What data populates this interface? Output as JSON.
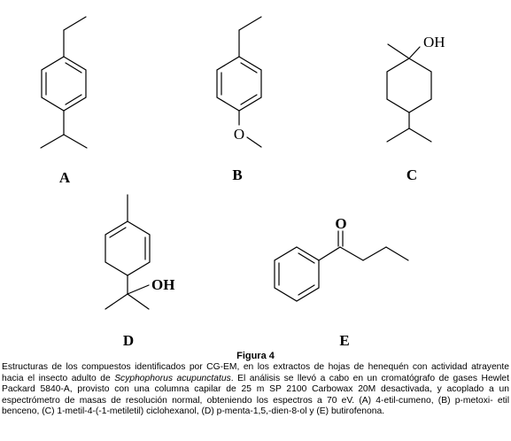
{
  "structures": [
    {
      "label": "A",
      "name": "4-etil-cumeno"
    },
    {
      "label": "B",
      "name": "p-metoxi- etil benceno",
      "atoms": [
        "O"
      ]
    },
    {
      "label": "C",
      "name": "1-metil-4-(-1-metiletil) ciclohexanol",
      "atoms": [
        "OH"
      ]
    },
    {
      "label": "D",
      "name": "p-menta-1,5,-dien-8-ol",
      "atoms": [
        "OH"
      ]
    },
    {
      "label": "E",
      "name": "butirofenona",
      "atoms": [
        "O"
      ]
    }
  ],
  "figure_title": "Figura 4",
  "caption": {
    "before_species": "Estructuras de los compuestos identificados por CG-EM, en los extractos de hojas de henequén con actividad atrayente hacia el insecto adulto de ",
    "species": "Scyphophorus acupunctatus",
    "after_species": ". El análisis se llevó a cabo en un cromatógrafo de gases Hewlet Packard 5840-A, provisto con una columna capilar de 25 m SP 2100 Carbowax 20M desactivada, y acoplado a un espectrómetro de masas de resolución normal, obteniendo los espectros a 70 eV. (A) 4-etil-cumeno, (B) p-metoxi- etil benceno, (C) 1-metil-4-(-1-metiletil) ciclohexanol, (D) p-menta-1,5,-dien-8-ol y (E) butirofenona."
  }
}
